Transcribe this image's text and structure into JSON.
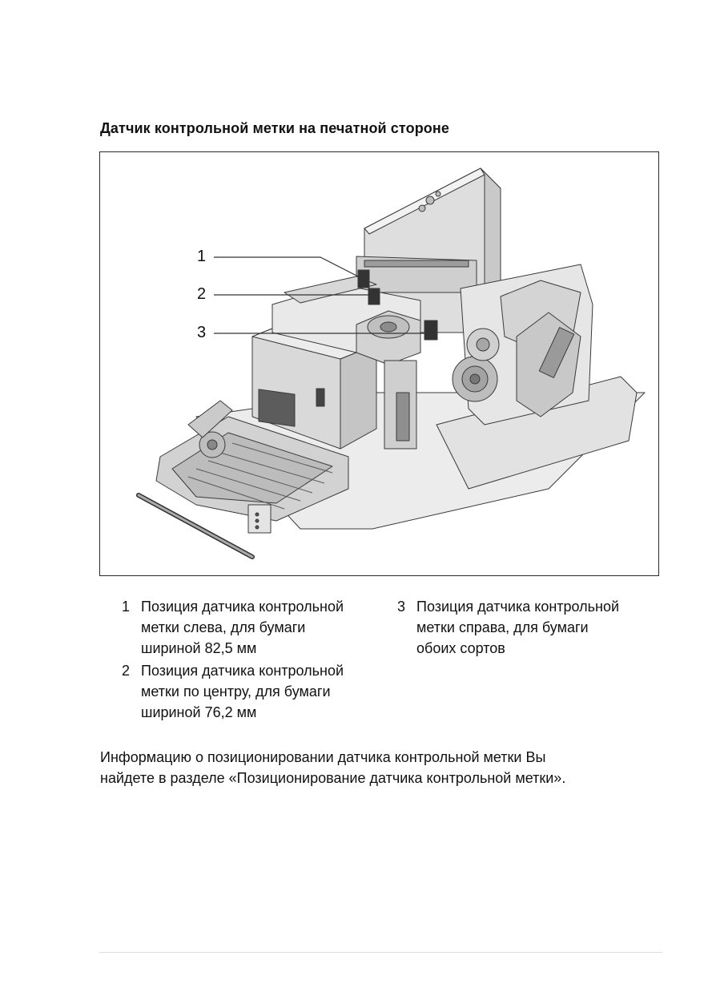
{
  "heading": "Датчик контрольной метки на печатной стороне",
  "figure": {
    "callouts": [
      {
        "number": "1"
      },
      {
        "number": "2"
      },
      {
        "number": "3"
      }
    ]
  },
  "legend": [
    {
      "number": "1",
      "lines": [
        "Позиция датчика контрольной",
        "метки слева, для бумаги",
        "шириной 82,5 мм"
      ]
    },
    {
      "number": "2",
      "lines": [
        "Позиция датчика контрольной",
        "метки по центру, для бумаги",
        "шириной 76,2 мм"
      ]
    },
    {
      "number": "3",
      "lines": [
        "Позиция датчика контрольной",
        "метки справа, для бумаги",
        "обоих сортов"
      ]
    }
  ],
  "info": {
    "lines": [
      "Информацию о позиционировании датчика контрольной метки Вы",
      "найдете в разделе «Позиционирование датчика контрольной метки»."
    ]
  }
}
